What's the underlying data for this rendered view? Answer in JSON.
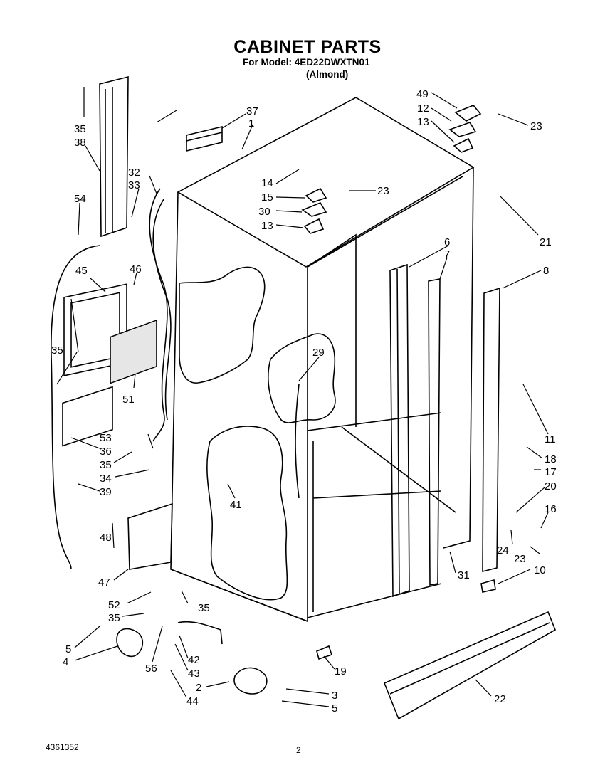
{
  "header": {
    "title": "CABINET PARTS",
    "model_line": "For Model: 4ED22DWXTN01",
    "color_line": "(Almond)"
  },
  "footer": {
    "doc_number": "4361352",
    "page_number": "2"
  },
  "callouts": [
    "35",
    "38",
    "54",
    "45",
    "46",
    "35",
    "36",
    "35",
    "34",
    "39",
    "53",
    "51",
    "32",
    "33",
    "37",
    "1",
    "14",
    "15",
    "30",
    "13",
    "23",
    "49",
    "12",
    "13",
    "23",
    "21",
    "6",
    "7",
    "8",
    "29",
    "41",
    "11",
    "18",
    "17",
    "20",
    "16",
    "24",
    "23",
    "10",
    "31",
    "48",
    "47",
    "52",
    "35",
    "35",
    "5",
    "4",
    "56",
    "42",
    "43",
    "44",
    "2",
    "3",
    "5",
    "19",
    "22"
  ]
}
